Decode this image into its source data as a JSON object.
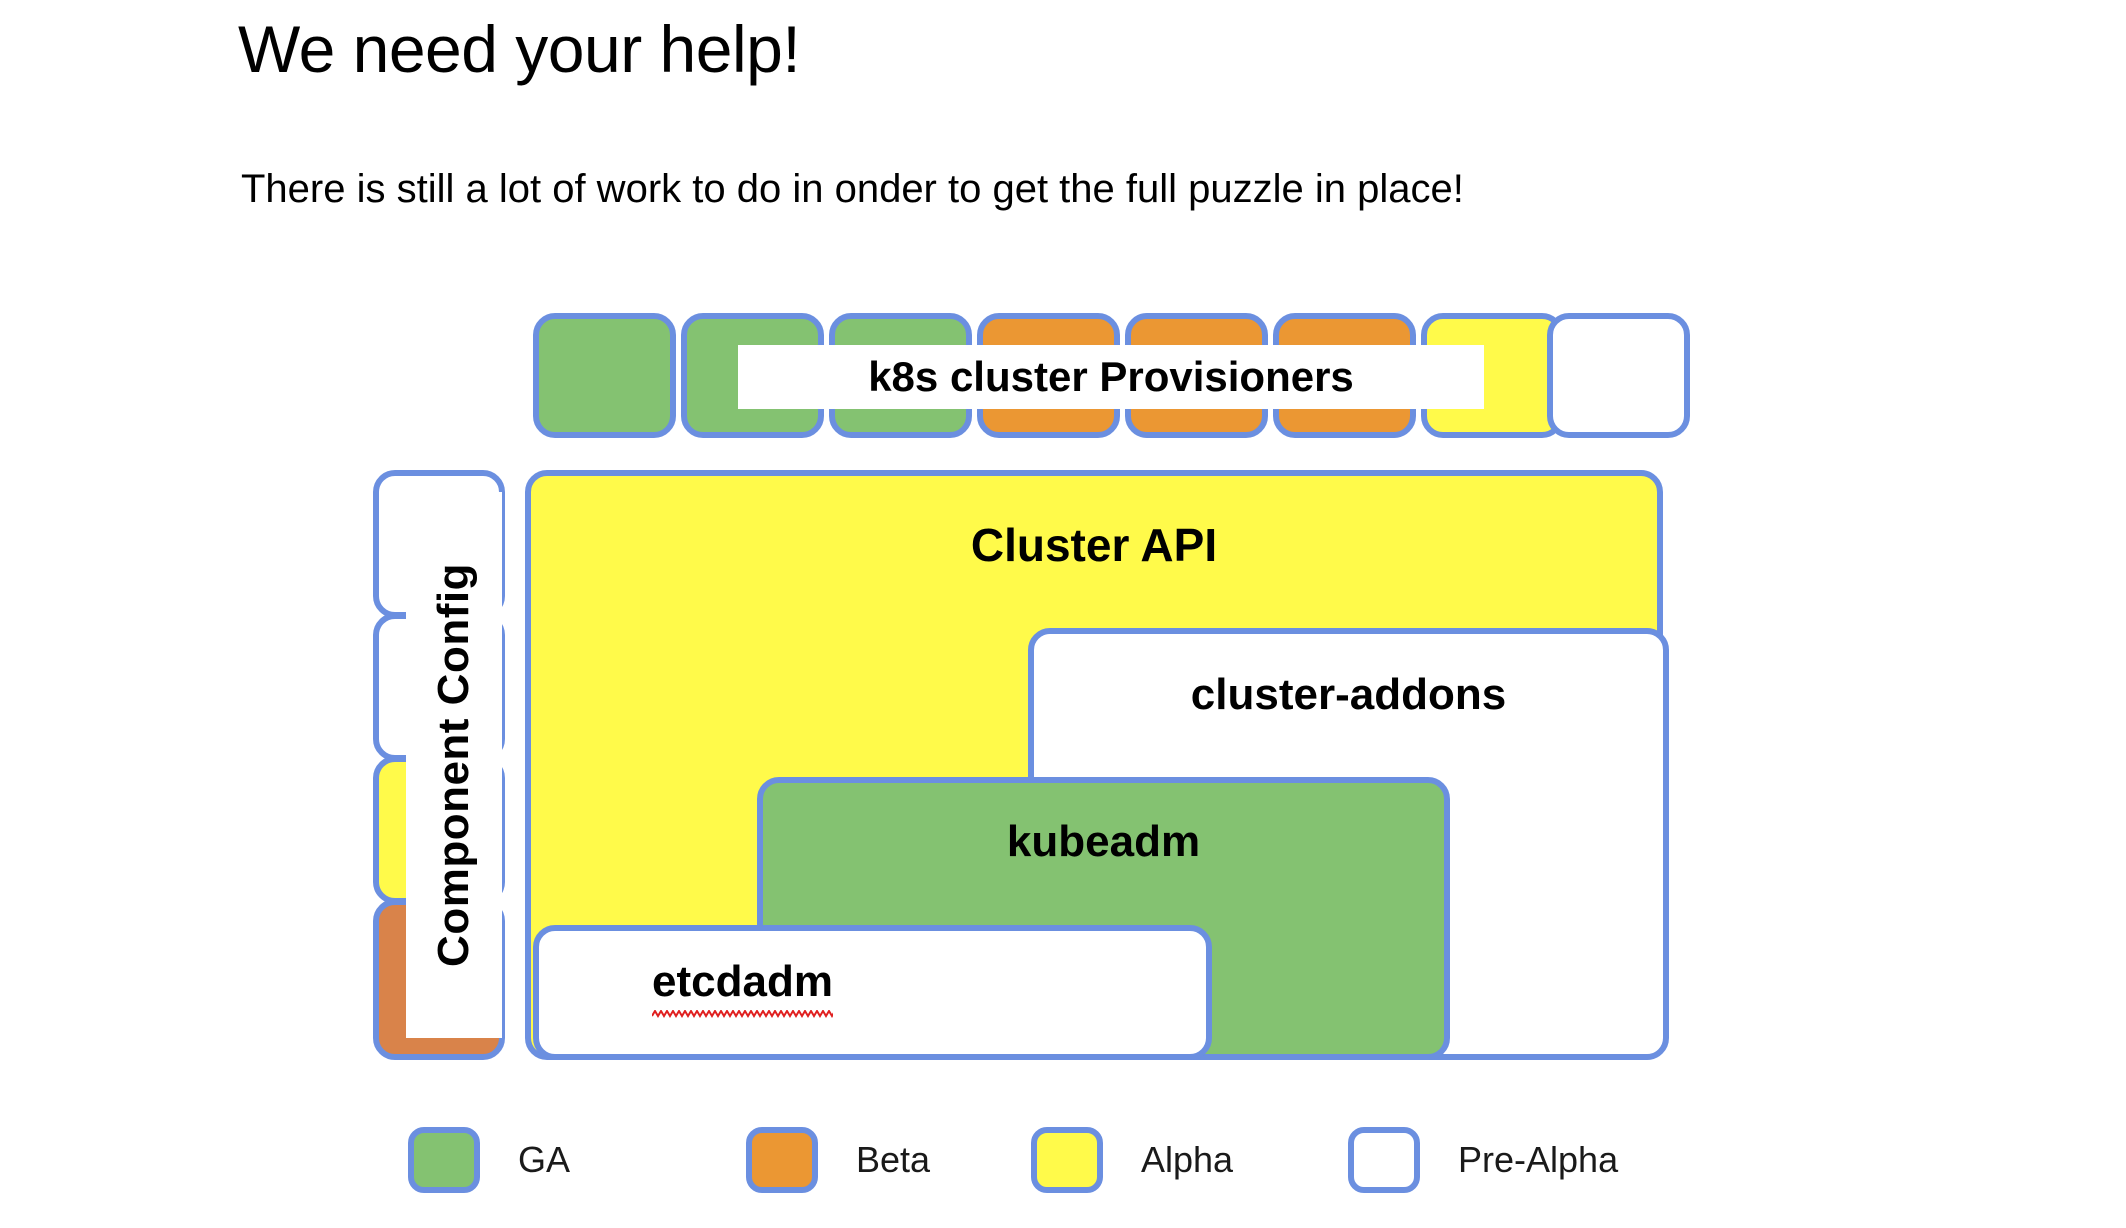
{
  "slide": {
    "title": "We need your help!",
    "subtitle": "There is still a lot of work to do in onder to get the full puzzle in place!",
    "background_color": "#ffffff"
  },
  "palette": {
    "border": "#6b8fe0",
    "ga": "#84c271",
    "beta": "#eb9733",
    "beta_dark": "#d9834a",
    "alpha": "#fffa4a",
    "pre_alpha": "#ffffff",
    "text": "#000000",
    "spellcheck": "#e02020"
  },
  "provisioners": {
    "label": "k8s cluster Provisioners",
    "cells": [
      {
        "status": "GA",
        "fill": "#84c271"
      },
      {
        "status": "GA",
        "fill": "#84c271"
      },
      {
        "status": "GA",
        "fill": "#84c271"
      },
      {
        "status": "Beta",
        "fill": "#eb9733"
      },
      {
        "status": "Beta",
        "fill": "#eb9733"
      },
      {
        "status": "Beta",
        "fill": "#eb9733"
      },
      {
        "status": "Alpha",
        "fill": "#fffa4a"
      },
      {
        "status": "Pre-Alpha",
        "fill": "#ffffff"
      }
    ]
  },
  "component_config": {
    "label": "Component Config",
    "cells": [
      {
        "status": "Pre-Alpha",
        "fill": "#ffffff"
      },
      {
        "status": "Pre-Alpha",
        "fill": "#ffffff"
      },
      {
        "status": "Alpha",
        "fill": "#fffa4a"
      },
      {
        "status": "Beta",
        "fill": "#d9834a"
      }
    ]
  },
  "stack": {
    "cluster_api": {
      "label": "Cluster API",
      "status": "Alpha",
      "fill": "#fffa4a"
    },
    "cluster_addons": {
      "label": "cluster-addons",
      "status": "Pre-Alpha",
      "fill": "#ffffff"
    },
    "kubeadm": {
      "label": "kubeadm",
      "status": "GA",
      "fill": "#84c271"
    },
    "etcdadm": {
      "label": "etcdadm",
      "status": "Pre-Alpha",
      "fill": "#ffffff",
      "spellcheck_flagged": true
    }
  },
  "legend": {
    "items": [
      {
        "label": "GA",
        "fill": "#84c271"
      },
      {
        "label": "Beta",
        "fill": "#eb9733"
      },
      {
        "label": "Alpha",
        "fill": "#fffa4a"
      },
      {
        "label": "Pre-Alpha",
        "fill": "#ffffff"
      }
    ]
  }
}
